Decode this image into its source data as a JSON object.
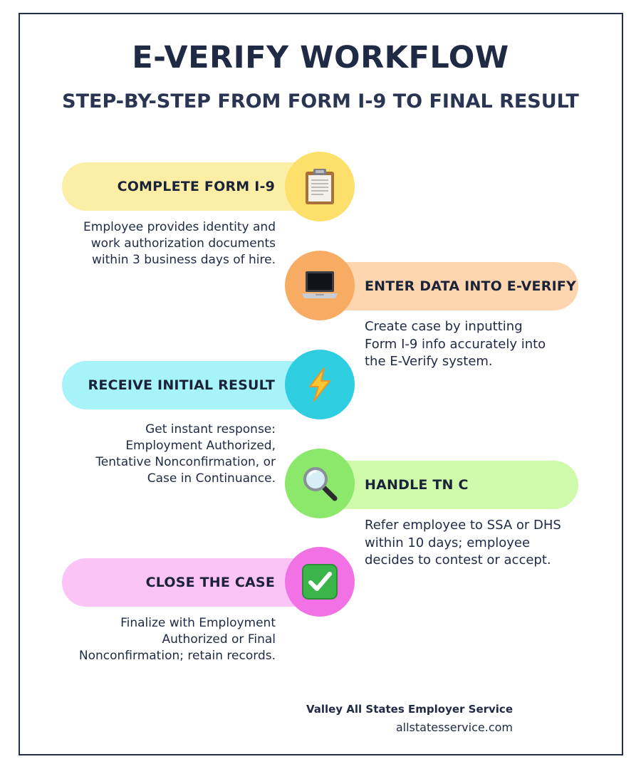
{
  "title": "E-VERIFY WORKFLOW",
  "subtitle": "STEP-BY-STEP FROM FORM I-9 TO FINAL RESULT",
  "colors": {
    "step1_pill": "#fdeea6",
    "step1_circle": "#fddf6b",
    "step2_pill": "#fdd5ae",
    "step2_circle": "#f8ac63",
    "step3_pill": "#a6f4fa",
    "step3_circle": "#2fcde0",
    "step4_pill": "#cffaac",
    "step4_circle": "#8ce86a",
    "step5_pill": "#fcc3f6",
    "step5_circle": "#f272e6",
    "border": "#24304a",
    "text": "#1f2a44"
  },
  "steps": [
    {
      "label": "COMPLETE FORM I-9",
      "icon": "clipboard-icon",
      "desc": [
        "Employee provides identity and",
        "work authorization documents",
        "within 3 business days of hire."
      ]
    },
    {
      "label": "ENTER DATA INTO E-VERIFY",
      "icon": "laptop-icon",
      "desc": [
        "Create case by inputting",
        "Form I-9 info accurately into",
        "the E-Verify system."
      ]
    },
    {
      "label": "RECEIVE INITIAL RESULT",
      "icon": "lightning-icon",
      "desc": [
        "Get instant response:",
        "Employment Authorized,",
        "Tentative Nonconfirmation, or",
        "Case in Continuance."
      ]
    },
    {
      "label": "HANDLE TN C",
      "icon": "magnifier-icon",
      "desc": [
        "Refer employee to SSA or DHS",
        "within 10 days; employee",
        "decides to contest or accept."
      ]
    },
    {
      "label": "CLOSE THE CASE",
      "icon": "checkmark-icon",
      "desc": [
        "Finalize with Employment",
        "Authorized or Final",
        "Nonconfirmation; retain records."
      ]
    }
  ],
  "footer": {
    "name": "Valley All States Employer Service",
    "url": "allstatesservice.com"
  }
}
